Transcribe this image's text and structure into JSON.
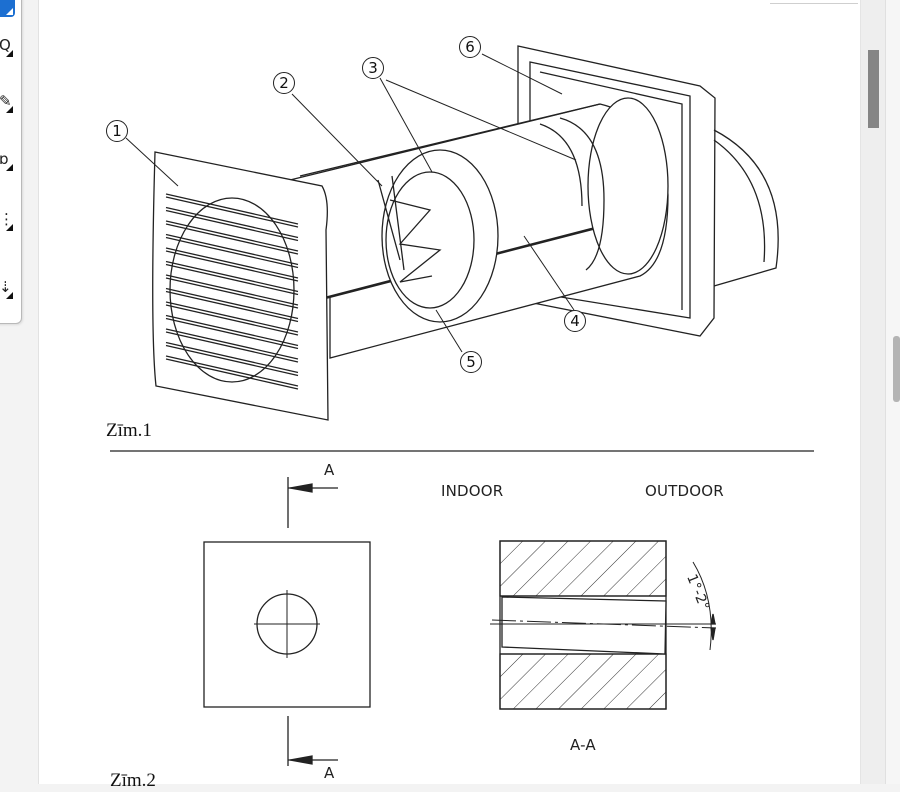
{
  "toolbar": {
    "tools": [
      {
        "name": "select-tool",
        "glyph": ""
      },
      {
        "name": "zoom-tool",
        "glyph": "Q"
      },
      {
        "name": "pen-tool",
        "glyph": "✎"
      },
      {
        "name": "highlighter-tool",
        "glyph": "ɒ"
      },
      {
        "name": "select-region-tool",
        "glyph": "⋮"
      },
      {
        "name": "pointer-tool",
        "glyph": "⇣"
      }
    ]
  },
  "figure1": {
    "caption": "Zīm.1",
    "callouts": [
      "1",
      "2",
      "3",
      "4",
      "5",
      "6"
    ]
  },
  "figure2": {
    "caption": "Zīm.2",
    "section_mark_top": "A",
    "section_mark_bottom": "A",
    "indoor_label": "INDOOR",
    "outdoor_label": "OUTDOOR",
    "section_label": "A-A",
    "angle_label": "1°-2°"
  },
  "colors": {
    "accent": "#1c6fd1",
    "scrollbar_thumb": "#858585",
    "line": "#222222"
  }
}
